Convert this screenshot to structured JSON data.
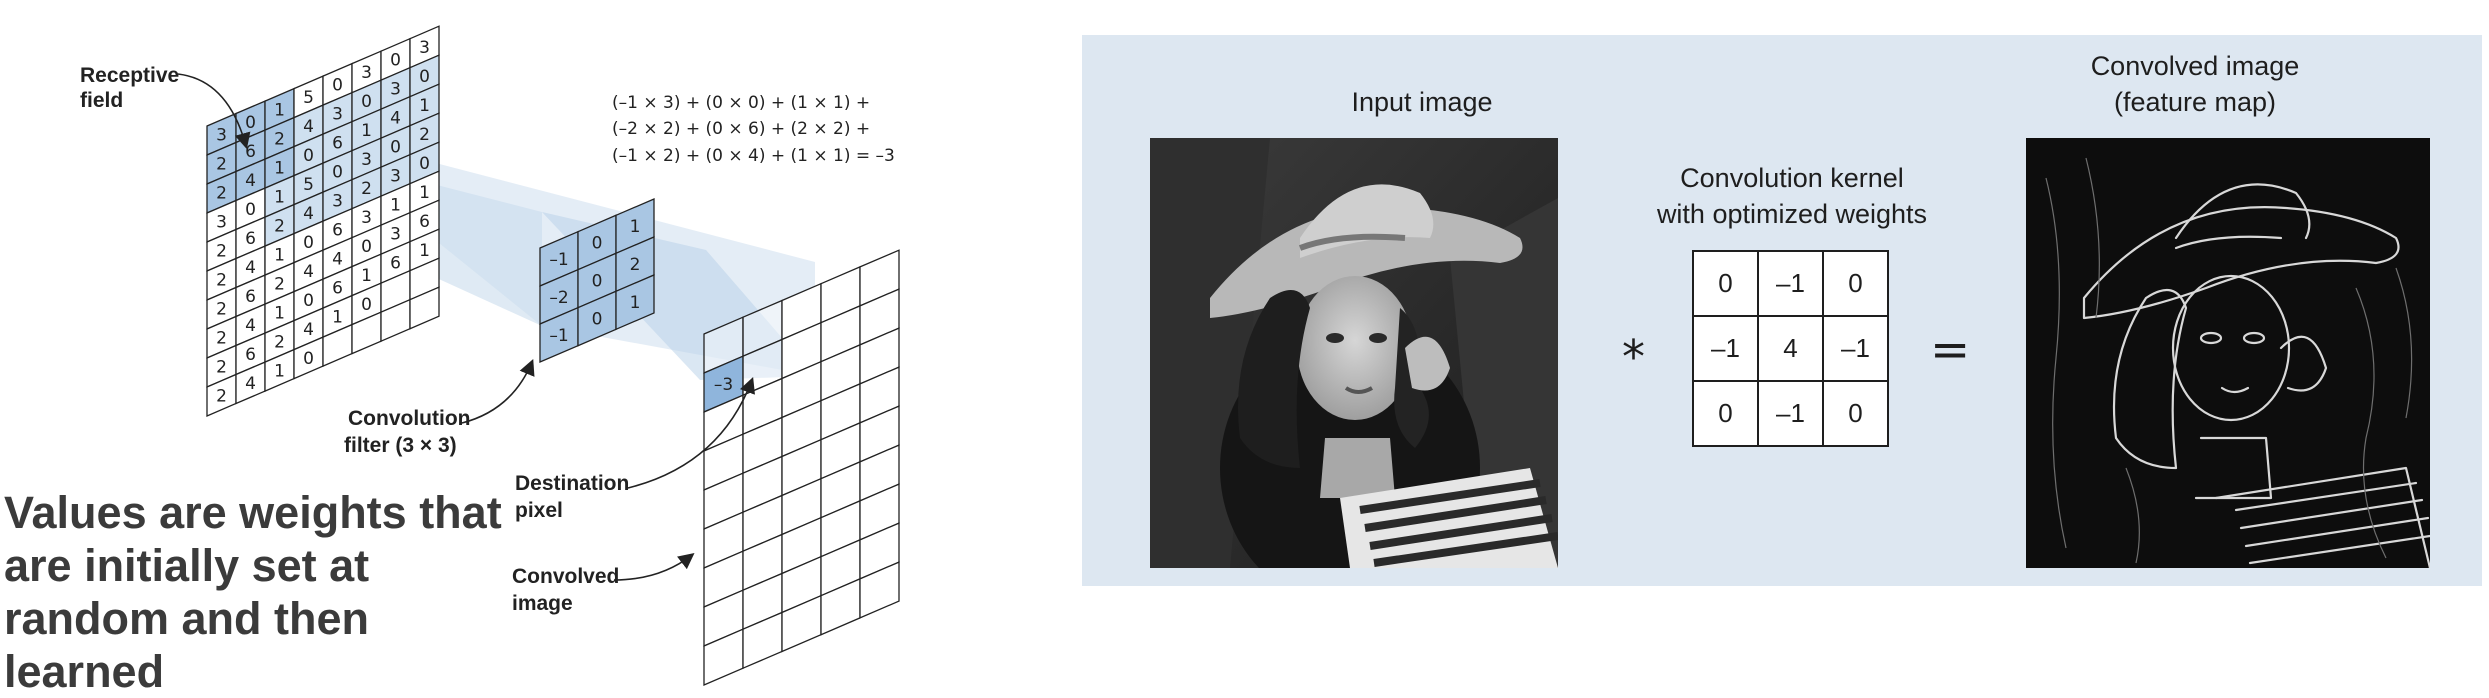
{
  "left_diagram": {
    "receptive_field_label": [
      "Receptive",
      "field"
    ],
    "equation_lines": [
      "(–1 × 3) + (0 × 0) + (1 × 1) +",
      "(–2 × 2) + (0 × 6) + (2 × 2) +",
      "(–1 × 2) + (0 × 4) + (1 × 1) = –3"
    ],
    "convolution_filter_label": [
      "Convolution",
      "filter (3 × 3)"
    ],
    "destination_pixel_label": [
      "Destination",
      "pixel"
    ],
    "convolved_image_label": [
      "Convolved",
      "image"
    ],
    "input_grid": [
      [
        "3",
        "0",
        "1",
        "5",
        "0",
        "3",
        "0",
        "3"
      ],
      [
        "2",
        "6",
        "2",
        "4",
        "3",
        "0",
        "3",
        "0"
      ],
      [
        "2",
        "4",
        "1",
        "0",
        "6",
        "1",
        "4",
        "1"
      ],
      [
        "3",
        "0",
        "1",
        "5",
        "0",
        "3",
        "0",
        "2"
      ],
      [
        "2",
        "6",
        "2",
        "4",
        "3",
        "2",
        "3",
        "0"
      ],
      [
        "2",
        "4",
        "1",
        "0",
        "6",
        "3",
        "1",
        "1"
      ],
      [
        "2",
        "6",
        "2",
        "4",
        "4",
        "0",
        "3",
        "6"
      ],
      [
        "2",
        "4",
        "1",
        "0",
        "6",
        "1",
        "6",
        "1"
      ],
      [
        "2",
        "6",
        "2",
        "4",
        "1",
        "0",
        "",
        ""
      ],
      [
        "2",
        "4",
        "1",
        "0",
        "",
        "",
        "",
        ""
      ]
    ],
    "filter_grid": [
      [
        "–1",
        "0",
        "1"
      ],
      [
        "–2",
        "0",
        "2"
      ],
      [
        "–1",
        "0",
        "1"
      ]
    ],
    "destination_value": "–3",
    "weights_note": "Values are weights that are initially set at random and then learned"
  },
  "right_panel": {
    "input_image_label": "Input image",
    "kernel_label_line1": "Convolution kernel",
    "kernel_label_line2": "with optimized weights",
    "output_label_line1": "Convolved image",
    "output_label_line2": "(feature map)",
    "multiply_symbol": "*",
    "equals_symbol": "=",
    "kernel": [
      [
        "0",
        "–1",
        "0"
      ],
      [
        "–1",
        "4",
        "–1"
      ],
      [
        "0",
        "–1",
        "0"
      ]
    ]
  },
  "colors": {
    "panel_bg": "#dde7f1",
    "receptive_highlight": "#a9c6e3",
    "projection": "#c9dced",
    "destination": "#8fb5dc"
  }
}
